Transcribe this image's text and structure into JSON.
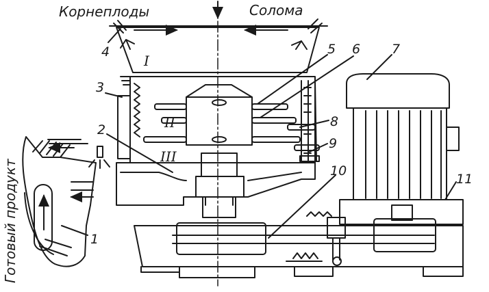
{
  "labels": {
    "roots": "Корнеплоды",
    "straw": "Солома",
    "product": "Готовый продукт"
  },
  "callouts": [
    "1",
    "2",
    "3",
    "4",
    "5",
    "6",
    "7",
    "8",
    "9",
    "10",
    "11"
  ],
  "zones": [
    "I",
    "II",
    "III"
  ],
  "colors": {
    "ink": "#1a1a1a",
    "paper": "#ffffff"
  }
}
